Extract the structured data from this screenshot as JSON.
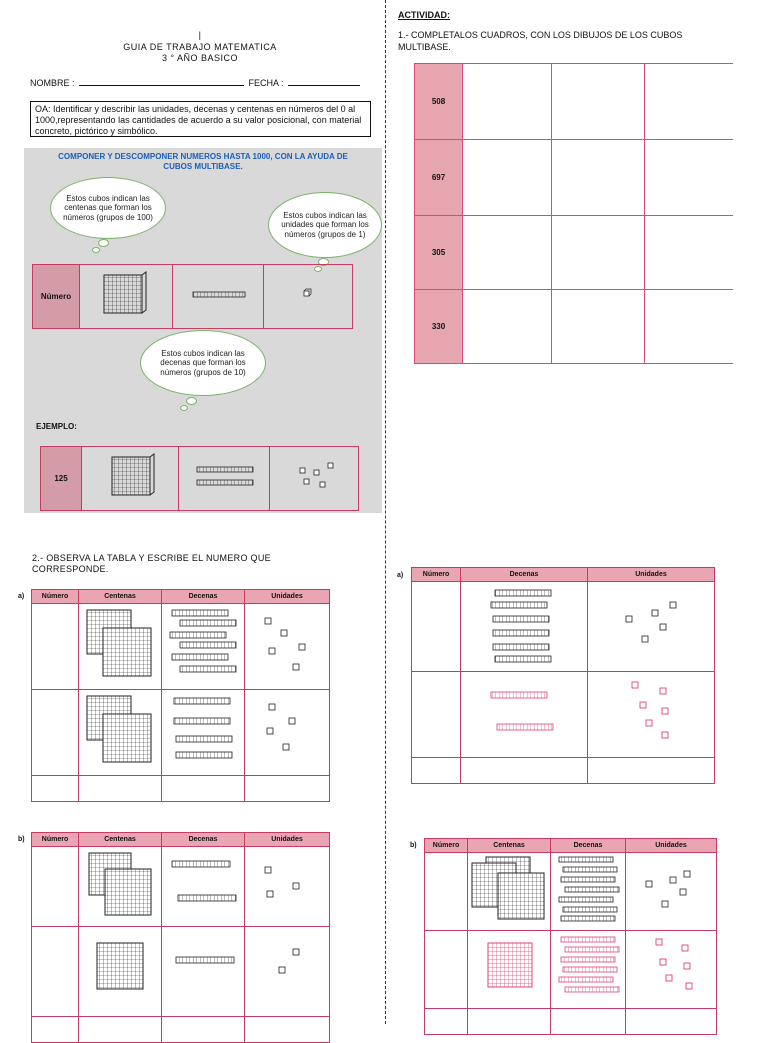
{
  "header": {
    "mark": "|",
    "title": "GUIA DE TRABAJO  MATEMATICA",
    "subtitle": "3 ° AÑO BASICO",
    "name_label": "NOMBRE :",
    "date_label": "FECHA :"
  },
  "objective": "OA: Identificar y describir las unidades, decenas y centenas en números del 0 al 1000,representando las cantidades de acuerdo a su valor posicional, con material concreto, pictórico y simbólico.",
  "panel": {
    "title_line1": "COMPONER Y DESCOMPONER NUMEROS HASTA 1000, CON LA AYUDA DE",
    "title_line2": "CUBOS MULTIBASE.",
    "cloud_centenas": "Estos cubos indican las centenas que forman los números (grupos de 100)",
    "cloud_unidades": "Estos cubos indican las unidades que forman los números (grupos de 1)",
    "cloud_decenas": "Estos cubos indican las decenas que forman los números (grupos de 10)",
    "number_label": "Número",
    "example_label": "EJEMPLO:",
    "example_number": "125"
  },
  "activity": {
    "title": "ACTIVIDAD:",
    "instruction": "1.- COMPLETALOS CUADROS, CON LOS DIBUJOS DE LOS CUBOS MULTIBASE.",
    "numbers": [
      "508",
      "697",
      "305",
      "330"
    ]
  },
  "section2": {
    "instruction_line1": "2.- OBSERVA LA TABLA Y ESCRIBE EL NUMERO QUE",
    "instruction_line2": "CORRESPONDE.",
    "label_a": "a)",
    "label_b": "b)",
    "col_numero": "Número",
    "col_centenas": "Centenas",
    "col_decenas": "Decenas",
    "col_unidades": "Unidades"
  },
  "colors": {
    "pink_border": "#c63b66",
    "pink_fill": "#e9a5b2",
    "title_blue": "#1c5fb6",
    "cloud_green": "#7bb36a",
    "magenta_blocks": "#e0407a"
  }
}
